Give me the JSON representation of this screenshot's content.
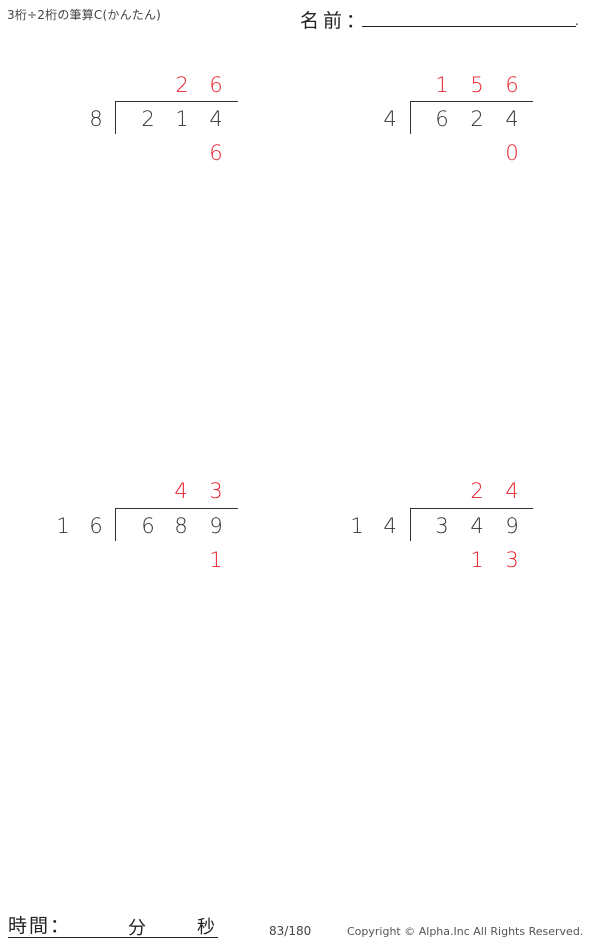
{
  "header": {
    "title": "3桁÷2桁の筆算C(かんたん)",
    "name_label": "名前：",
    "name_end": "."
  },
  "problems": [
    {
      "divisor": [
        "8"
      ],
      "dividend": [
        "2",
        "1",
        "4"
      ],
      "quotient": [
        "2",
        "6"
      ],
      "remainder": [
        "6"
      ]
    },
    {
      "divisor": [
        "4"
      ],
      "dividend": [
        "6",
        "2",
        "4"
      ],
      "quotient": [
        "1",
        "5",
        "6"
      ],
      "remainder": [
        "0"
      ]
    },
    {
      "divisor": [
        "1",
        "6"
      ],
      "dividend": [
        "6",
        "8",
        "9"
      ],
      "quotient": [
        "4",
        "3"
      ],
      "remainder": [
        "1"
      ]
    },
    {
      "divisor": [
        "1",
        "4"
      ],
      "dividend": [
        "3",
        "4",
        "9"
      ],
      "quotient": [
        "2",
        "4"
      ],
      "remainder": [
        "1",
        "3"
      ]
    }
  ],
  "footer": {
    "time_label": "時間：",
    "minutes_label": "分",
    "seconds_label": "秒",
    "page": "83/180",
    "copyright": "Copyright © Alpha.Inc All Rights Reserved."
  },
  "colors": {
    "answer": "#e8212e",
    "text": "#333333"
  }
}
